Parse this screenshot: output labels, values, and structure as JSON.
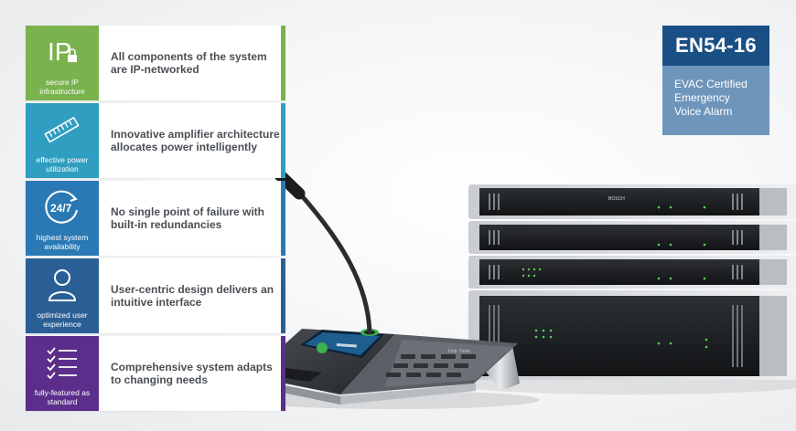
{
  "features": [
    {
      "icon": "ip-lock-icon",
      "icon_text": "IP",
      "caption": "secure IP infrastructure",
      "text": "All components of the system are IP-networked",
      "color": "#7ab24e"
    },
    {
      "icon": "efficiency-meter-icon",
      "caption": "effective power utilization",
      "text": "Innovative amplifier architecture allocates power intelligently",
      "color": "#2f9ec0"
    },
    {
      "icon": "availability-24-7-icon",
      "icon_text": "24/7",
      "caption": "highest system availability",
      "text": "No single point of failure with built-in redundancies",
      "color": "#2a79b4"
    },
    {
      "icon": "user-icon",
      "caption": "optimized user experience",
      "text": "User-centric design delivers an intuitive interface",
      "color": "#2a5f95"
    },
    {
      "icon": "checklist-icon",
      "caption": "fully-featured as standard",
      "text": "Comprehensive system adapts to changing needs",
      "color": "#5a2e8a"
    }
  ],
  "badge": {
    "title": "EN54-16",
    "lines": [
      "EVAC Certified",
      "Emergency",
      "Voice Alarm"
    ]
  },
  "product": {
    "brand": "BOSCH",
    "keypad_label": "Instr. Desk"
  }
}
